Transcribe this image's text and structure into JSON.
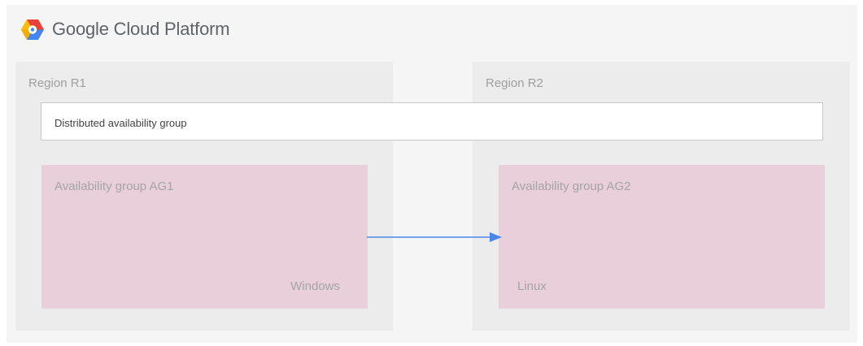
{
  "brand": {
    "logo_icon": "google-cloud-hexagon-icon",
    "name": "Google Cloud Platform",
    "colors": {
      "blue": "#4285f4",
      "red": "#ea4335",
      "yellow": "#fbbc05",
      "white": "#ffffff"
    }
  },
  "regions": [
    {
      "label": "Region R1",
      "availability_group": {
        "label": "Availability group AG1",
        "os": "Windows"
      }
    },
    {
      "label": "Region R2",
      "availability_group": {
        "label": "Availability group AG2",
        "os": "Linux"
      }
    }
  ],
  "distributed_group": {
    "label": "Distributed availability group"
  },
  "connections": [
    {
      "from": "Availability group AG1",
      "to": "Availability group AG2",
      "color": "#4a86e8",
      "icon": "arrow-right-icon"
    }
  ],
  "colors": {
    "canvas": "#f5f5f5",
    "region": "#ececec",
    "availability_group": "#e9cfda",
    "distributed_group": "#ffffff"
  }
}
